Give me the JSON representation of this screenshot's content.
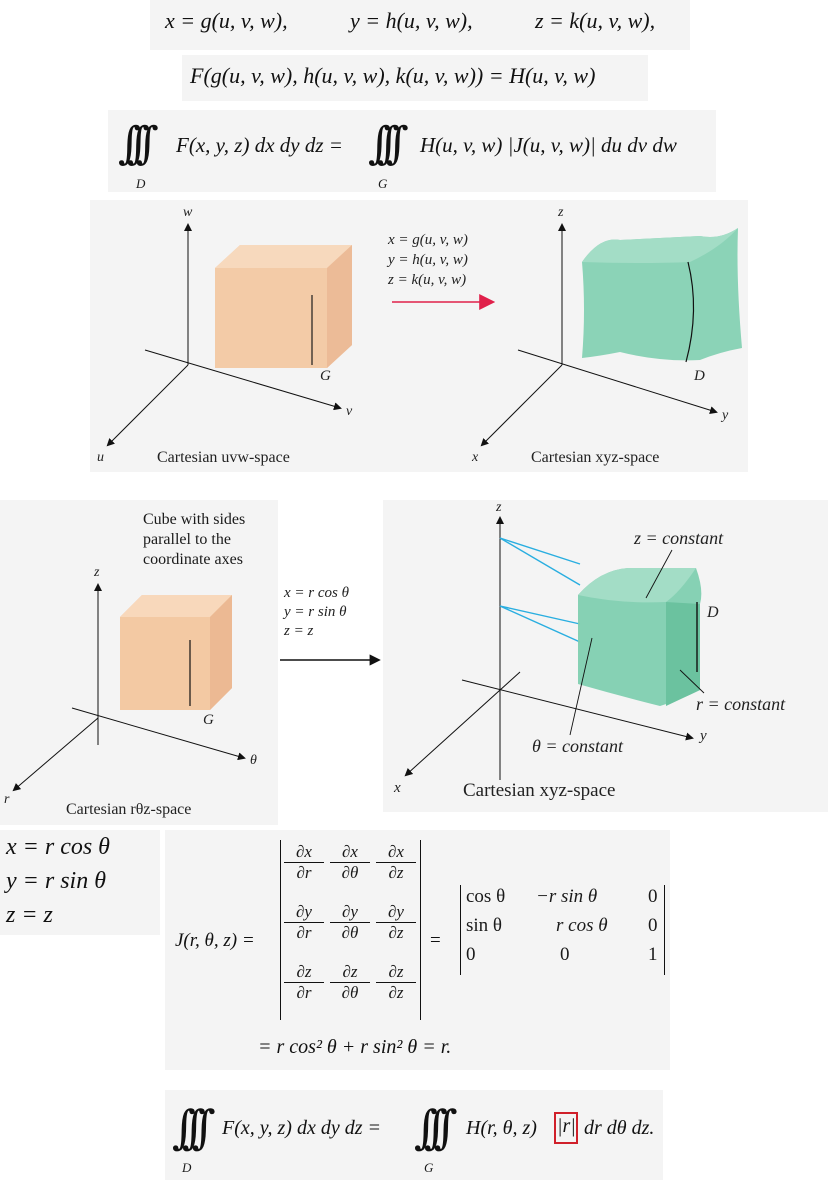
{
  "eq1": {
    "x": "x = g(u, v, w),",
    "y": "y = h(u, v, w),",
    "z": "z = k(u, v, w),"
  },
  "eq2": "F(g(u, v, w), h(u, v, w), k(u, v, w)) = H(u, v, w)",
  "eq3": {
    "integrand_left": "F(x, y, z) dx dy dz =",
    "integrand_right": "H(u, v, w) |J(u, v, w)| du dv dw",
    "region_left": "D",
    "region_right": "G"
  },
  "fig1": {
    "axis_w": "w",
    "axis_u": "u",
    "axis_v": "v",
    "axis_z": "z",
    "axis_x": "x",
    "axis_y": "y",
    "map_lines": [
      "x = g(u, v, w)",
      "y = h(u, v, w)",
      "z = k(u, v, w)"
    ],
    "region_left": "G",
    "region_right": "D",
    "caption_left": "Cartesian uvw-space",
    "caption_right": "Cartesian xyz-space",
    "arrow_color": "#e0204a",
    "cube_left_color": "#f3c9a3",
    "cube_right_color": "#7fcfb0"
  },
  "fig2": {
    "cube_caption": [
      "Cube with sides",
      "parallel to the",
      "coordinate axes"
    ],
    "map_lines": [
      "x = r cos θ",
      "y = r sin θ",
      "z = z"
    ],
    "axis_z_left": "z",
    "axis_r": "r",
    "axis_theta": "θ",
    "region_left": "G",
    "caption_left": "Cartesian rθz-space",
    "axis_z_right": "z",
    "axis_x": "x",
    "axis_y": "y",
    "label_z_const": "z = constant",
    "label_r_const": "r = constant",
    "label_theta_const": "θ = constant",
    "region_right": "D",
    "caption_right": "Cartesian xyz-space",
    "line_color": "#29aee0"
  },
  "subs": [
    "x = r cos θ",
    "y = r sin θ",
    "z = z"
  ],
  "jacobian": {
    "lhs": "J(r, θ, z) =",
    "matrix1": [
      [
        "∂x",
        "∂r",
        "∂x",
        "∂θ",
        "∂x",
        "∂z"
      ],
      [
        "∂y",
        "∂r",
        "∂y",
        "∂θ",
        "∂y",
        "∂z"
      ],
      [
        "∂z",
        "∂r",
        "∂z",
        "∂θ",
        "∂z",
        "∂z"
      ]
    ],
    "matrix2": [
      [
        "cos θ",
        "−r sin θ",
        "0"
      ],
      [
        "sin θ",
        "r cos θ",
        "0"
      ],
      [
        "0",
        "0",
        "1"
      ]
    ],
    "result": "= r cos² θ + r sin² θ = r."
  },
  "eq_final": {
    "left": "F(x, y, z) dx dy dz =",
    "right_a": "H(r, θ, z)",
    "boxed": "r",
    "right_b": "dr dθ dz.",
    "region_left": "D",
    "region_right": "G",
    "box_color": "#d0202a"
  }
}
